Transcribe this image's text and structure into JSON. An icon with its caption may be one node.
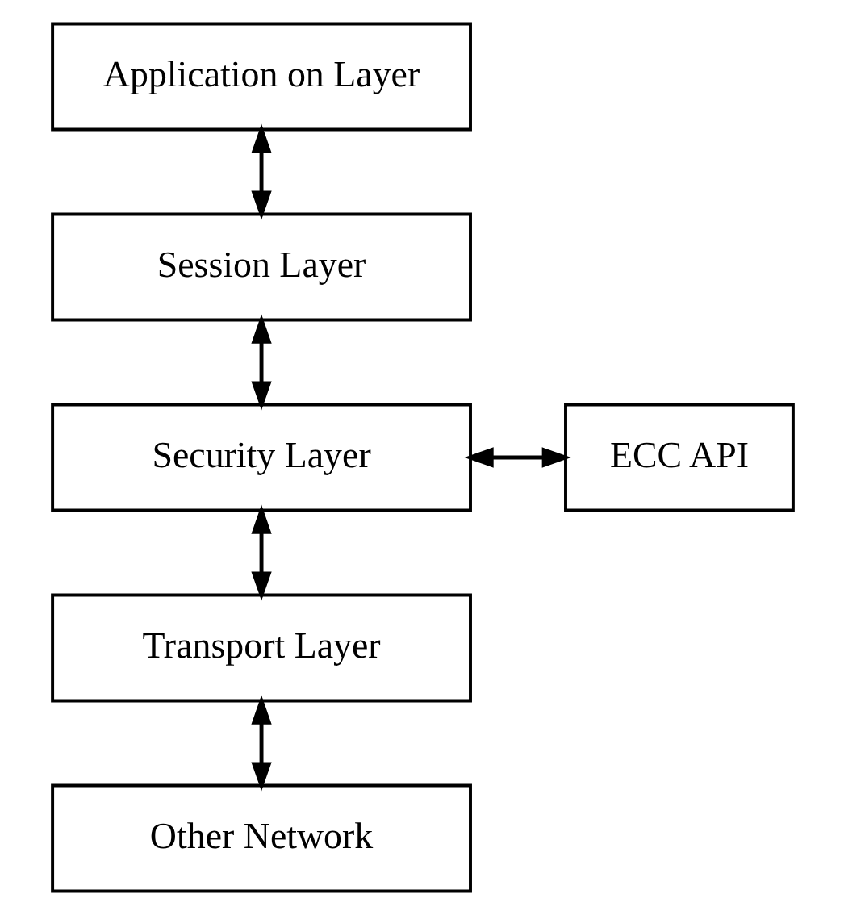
{
  "diagram": {
    "nodes": [
      {
        "text": [
          "Application on Layer"
        ]
      },
      {
        "text": [
          "Session Layer"
        ]
      },
      {
        "text": [
          "Security Layer"
        ]
      },
      {
        "text": [
          "ECC API"
        ]
      },
      {
        "text": [
          "Transport Layer"
        ]
      },
      {
        "text": [
          "Other Network"
        ]
      }
    ],
    "edges": [
      {
        "from": 0,
        "to": 1,
        "arrow": "both"
      },
      {
        "from": 1,
        "to": 2,
        "arrow": "both"
      },
      {
        "from": 2,
        "to": 3,
        "arrow": "both"
      },
      {
        "from": 2,
        "to": 4,
        "arrow": "both"
      },
      {
        "from": 4,
        "to": 5,
        "arrow": "both"
      }
    ]
  }
}
